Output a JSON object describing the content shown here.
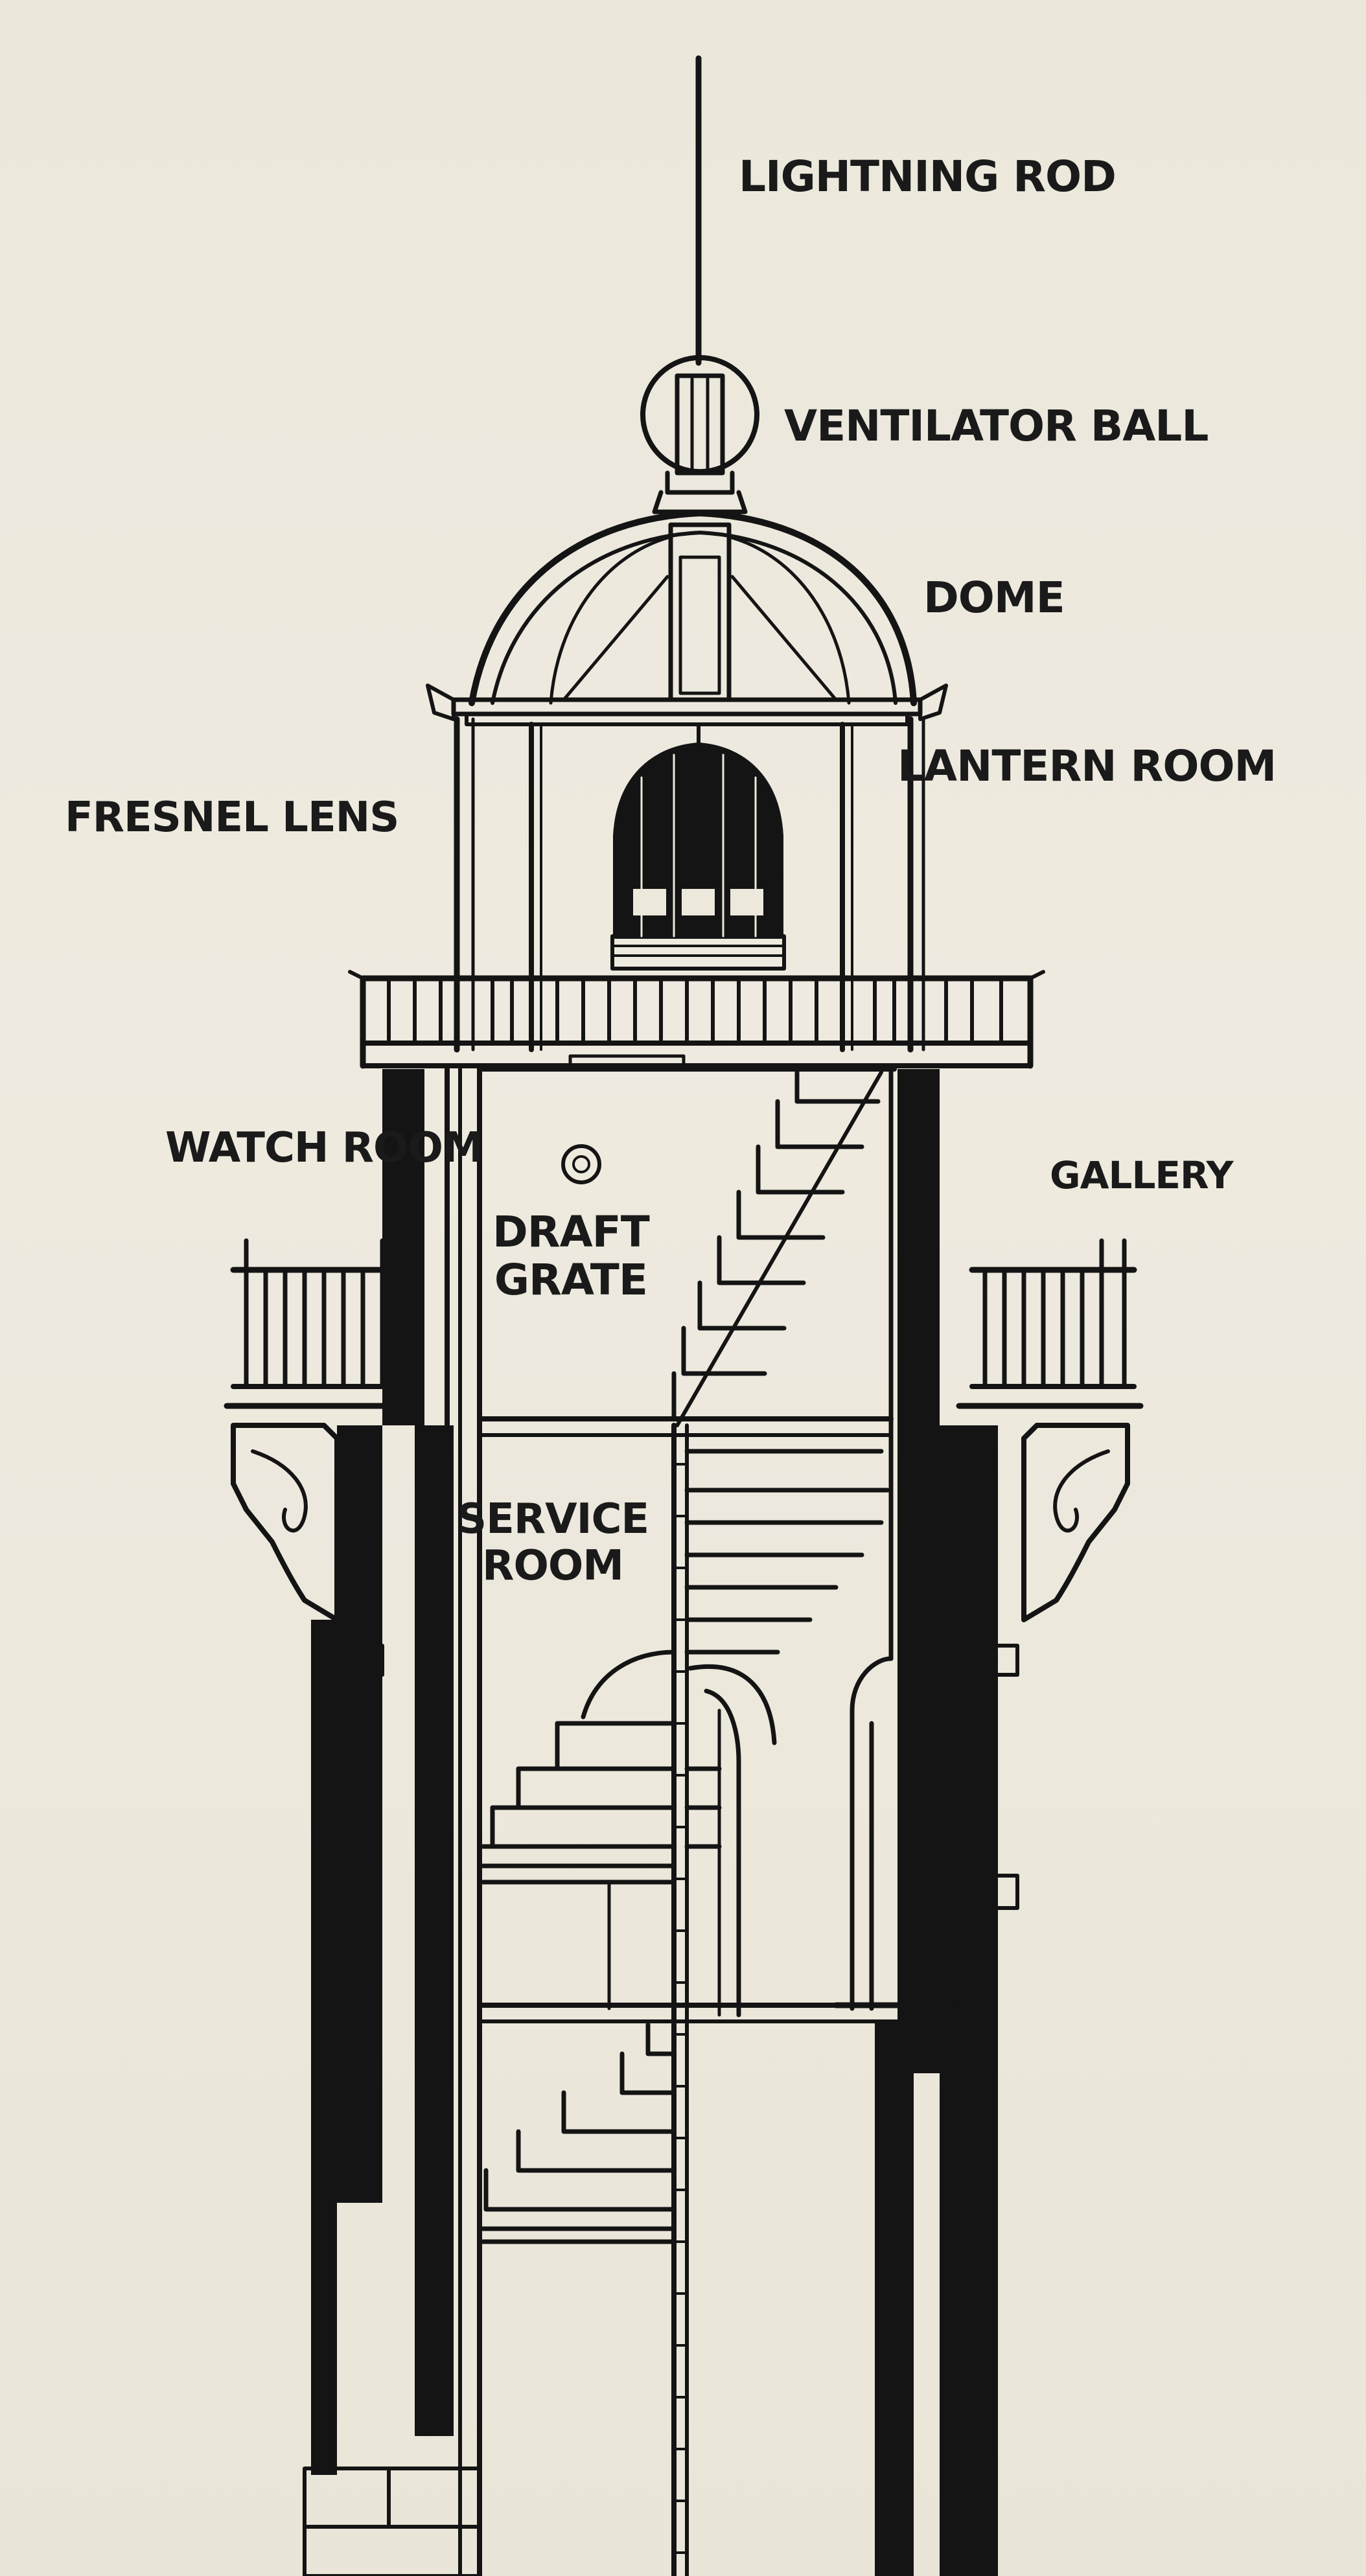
{
  "labels": {
    "lightning_rod": "LIGHTNING ROD",
    "ventilator_ball": "VENTILATOR BALL",
    "dome": "DOME",
    "lantern_room": "LANTERN ROOM",
    "fresnel_lens": "FRESNEL LENS",
    "watch_room": "WATCH ROOM",
    "gallery": "GALLERY",
    "draft_grate": "DRAFT\nGRATE",
    "service_room": "SERVICE\nROOM"
  },
  "colors": {
    "ink": "#141414",
    "paper": "#ece8dc"
  }
}
